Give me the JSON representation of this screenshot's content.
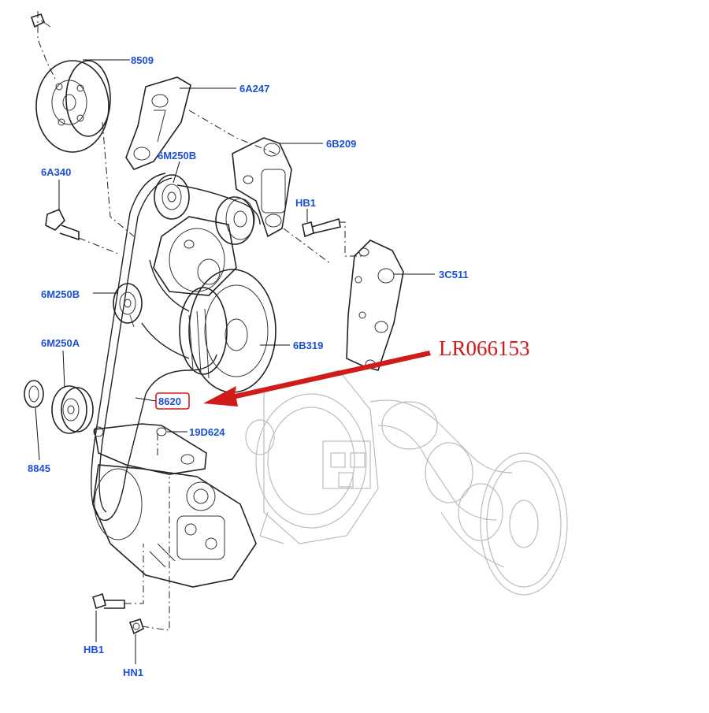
{
  "labels": {
    "p8509": "8509",
    "p6a247": "6A247",
    "p6b209": "6B209",
    "p6m250b_top": "6M250B",
    "p6a340": "6A340",
    "phb1_top": "HB1",
    "p3c511": "3C511",
    "p6m250b_mid": "6M250B",
    "p6b319": "6B319",
    "p6m250a": "6M250A",
    "p8620": "8620",
    "p19d624": "19D624",
    "p8845": "8845",
    "phb1_bottom": "HB1",
    "phn1": "HN1"
  },
  "callout": {
    "part_number": "LR066153"
  },
  "colors": {
    "label_blue": "#1a4fd6",
    "callout_red": "#d11a1a",
    "line_work": "#222222",
    "ghost_parts": "#bcbcbc"
  }
}
